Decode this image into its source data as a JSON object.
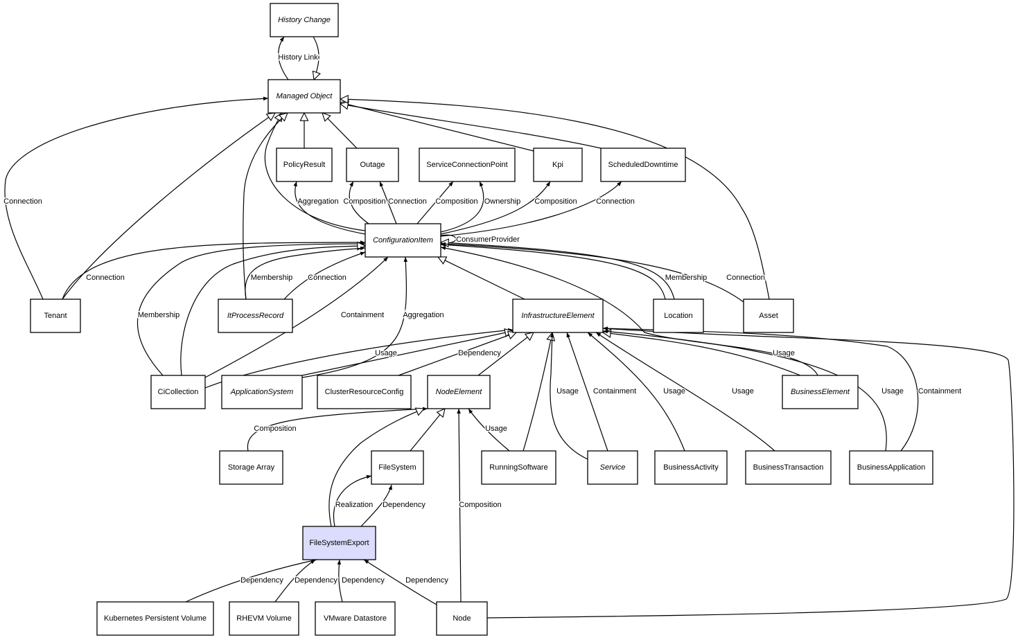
{
  "diagram": {
    "highlight_color": "#dcdcfc",
    "nodes": [
      {
        "id": "history-change",
        "label": "History Change",
        "abstract": true
      },
      {
        "id": "managed-object",
        "label": "Managed Object",
        "abstract": true
      },
      {
        "id": "policy-result",
        "label": "PolicyResult",
        "abstract": false
      },
      {
        "id": "outage",
        "label": "Outage",
        "abstract": false
      },
      {
        "id": "service-connection-point",
        "label": "ServiceConnectionPoint",
        "abstract": false
      },
      {
        "id": "kpi",
        "label": "Kpi",
        "abstract": false
      },
      {
        "id": "scheduled-downtime",
        "label": "ScheduledDowntime",
        "abstract": false
      },
      {
        "id": "configuration-item",
        "label": "ConfigurationItem",
        "abstract": true
      },
      {
        "id": "tenant",
        "label": "Tenant",
        "abstract": false
      },
      {
        "id": "it-process-record",
        "label": "ItProcessRecord",
        "abstract": true
      },
      {
        "id": "infrastructure-element",
        "label": "InfrastructureElement",
        "abstract": true
      },
      {
        "id": "location",
        "label": "Location",
        "abstract": false
      },
      {
        "id": "asset",
        "label": "Asset",
        "abstract": false
      },
      {
        "id": "ci-collection",
        "label": "CiCollection",
        "abstract": false
      },
      {
        "id": "application-system",
        "label": "ApplicationSystem",
        "abstract": true
      },
      {
        "id": "cluster-resource-config",
        "label": "ClusterResourceConfig",
        "abstract": false
      },
      {
        "id": "node-element",
        "label": "NodeElement",
        "abstract": true
      },
      {
        "id": "business-element",
        "label": "BusinessElement",
        "abstract": true
      },
      {
        "id": "storage-array",
        "label": "Storage Array",
        "abstract": false
      },
      {
        "id": "file-system",
        "label": "FileSystem",
        "abstract": false
      },
      {
        "id": "running-software",
        "label": "RunningSoftware",
        "abstract": false
      },
      {
        "id": "service",
        "label": "Service",
        "abstract": true
      },
      {
        "id": "business-activity",
        "label": "BusinessActivity",
        "abstract": false
      },
      {
        "id": "business-transaction",
        "label": "BusinessTransaction",
        "abstract": false
      },
      {
        "id": "business-application",
        "label": "BusinessApplication",
        "abstract": false
      },
      {
        "id": "file-system-export",
        "label": "FileSystemExport",
        "abstract": false,
        "highlighted": true
      },
      {
        "id": "kubernetes-persistent-volume",
        "label": "Kubernetes Persistent Volume",
        "abstract": false
      },
      {
        "id": "rhevm-volume",
        "label": "RHEVM Volume",
        "abstract": false
      },
      {
        "id": "vmware-datastore",
        "label": "VMware Datastore",
        "abstract": false
      },
      {
        "id": "node",
        "label": "Node",
        "abstract": false
      }
    ],
    "edges": [
      {
        "from": "managed-object",
        "to": "history-change",
        "type": "association",
        "label": "History Link"
      },
      {
        "from": "history-change",
        "to": "managed-object",
        "type": "inheritance",
        "label": ""
      },
      {
        "from": "tenant",
        "to": "managed-object",
        "type": "association",
        "label": "Connection"
      },
      {
        "from": "tenant",
        "to": "managed-object",
        "type": "inheritance",
        "label": ""
      },
      {
        "from": "configuration-item",
        "to": "managed-object",
        "type": "inheritance",
        "label": ""
      },
      {
        "from": "it-process-record",
        "to": "managed-object",
        "type": "inheritance",
        "label": ""
      },
      {
        "from": "policy-result",
        "to": "managed-object",
        "type": "inheritance",
        "label": ""
      },
      {
        "from": "outage",
        "to": "managed-object",
        "type": "inheritance",
        "label": ""
      },
      {
        "from": "kpi",
        "to": "managed-object",
        "type": "inheritance",
        "label": ""
      },
      {
        "from": "scheduled-downtime",
        "to": "managed-object",
        "type": "inheritance",
        "label": ""
      },
      {
        "from": "asset",
        "to": "managed-object",
        "type": "inheritance",
        "label": ""
      },
      {
        "from": "configuration-item",
        "to": "policy-result",
        "type": "association",
        "label": "Aggregation"
      },
      {
        "from": "configuration-item",
        "to": "outage",
        "type": "association",
        "label": "Composition"
      },
      {
        "from": "configuration-item",
        "to": "outage",
        "type": "association",
        "label": "Connection"
      },
      {
        "from": "configuration-item",
        "to": "service-connection-point",
        "type": "association",
        "label": "Composition"
      },
      {
        "from": "configuration-item",
        "to": "service-connection-point",
        "type": "association",
        "label": "Ownership"
      },
      {
        "from": "configuration-item",
        "to": "kpi",
        "type": "association",
        "label": "Composition"
      },
      {
        "from": "configuration-item",
        "to": "scheduled-downtime",
        "type": "association",
        "label": "Connection"
      },
      {
        "from": "configuration-item",
        "to": "configuration-item",
        "type": "association",
        "label": "ConsumerProvider"
      },
      {
        "from": "tenant",
        "to": "configuration-item",
        "type": "association",
        "label": "Connection"
      },
      {
        "from": "ci-collection",
        "to": "configuration-item",
        "type": "association",
        "label": "Membership"
      },
      {
        "from": "ci-collection",
        "to": "configuration-item",
        "type": "inheritance",
        "label": ""
      },
      {
        "from": "it-process-record",
        "to": "configuration-item",
        "type": "association",
        "label": "Membership"
      },
      {
        "from": "it-process-record",
        "to": "configuration-item",
        "type": "association",
        "label": "Connection"
      },
      {
        "from": "ci-collection",
        "to": "configuration-item",
        "type": "association",
        "label": "Containment"
      },
      {
        "from": "application-system",
        "to": "configuration-item",
        "type": "association",
        "label": "Aggregation"
      },
      {
        "from": "infrastructure-element",
        "to": "configuration-item",
        "type": "inheritance",
        "label": ""
      },
      {
        "from": "location",
        "to": "configuration-item",
        "type": "association",
        "label": "Membership"
      },
      {
        "from": "location",
        "to": "configuration-item",
        "type": "inheritance",
        "label": ""
      },
      {
        "from": "asset",
        "to": "configuration-item",
        "type": "association",
        "label": "Connection"
      },
      {
        "from": "business-element",
        "to": "configuration-item",
        "type": "association",
        "label": "Usage"
      },
      {
        "from": "ci-collection",
        "to": "infrastructure-element",
        "type": "association",
        "label": "Usage"
      },
      {
        "from": "application-system",
        "to": "infrastructure-element",
        "type": "inheritance",
        "label": ""
      },
      {
        "from": "cluster-resource-config",
        "to": "infrastructure-element",
        "type": "inheritance",
        "label": "Dependency"
      },
      {
        "from": "node-element",
        "to": "infrastructure-element",
        "type": "inheritance",
        "label": ""
      },
      {
        "from": "running-software",
        "to": "infrastructure-element",
        "type": "inheritance",
        "label": ""
      },
      {
        "from": "service",
        "to": "infrastructure-element",
        "type": "association",
        "label": "Usage"
      },
      {
        "from": "service",
        "to": "infrastructure-element",
        "type": "association",
        "label": "Containment"
      },
      {
        "from": "business-activity",
        "to": "infrastructure-element",
        "type": "association",
        "label": "Usage"
      },
      {
        "from": "business-transaction",
        "to": "infrastructure-element",
        "type": "association",
        "label": "Usage"
      },
      {
        "from": "business-element",
        "to": "infrastructure-element",
        "type": "inheritance",
        "label": ""
      },
      {
        "from": "business-application",
        "to": "infrastructure-element",
        "type": "association",
        "label": "Usage"
      },
      {
        "from": "business-application",
        "to": "infrastructure-element",
        "type": "association",
        "label": "Containment"
      },
      {
        "from": "node",
        "to": "infrastructure-element",
        "type": "association",
        "label": ""
      },
      {
        "from": "storage-array",
        "to": "node-element",
        "type": "association",
        "label": "Composition"
      },
      {
        "from": "file-system",
        "to": "node-element",
        "type": "inheritance",
        "label": ""
      },
      {
        "from": "file-system-export",
        "to": "node-element",
        "type": "inheritance",
        "label": ""
      },
      {
        "from": "running-software",
        "to": "node-element",
        "type": "association",
        "label": "Usage"
      },
      {
        "from": "node",
        "to": "node-element",
        "type": "association",
        "label": "Composition"
      },
      {
        "from": "file-system-export",
        "to": "file-system",
        "type": "association",
        "label": "Realization"
      },
      {
        "from": "file-system-export",
        "to": "file-system",
        "type": "association",
        "label": "Dependency"
      },
      {
        "from": "kubernetes-persistent-volume",
        "to": "file-system-export",
        "type": "association",
        "label": "Dependency"
      },
      {
        "from": "rhevm-volume",
        "to": "file-system-export",
        "type": "association",
        "label": "Dependency"
      },
      {
        "from": "vmware-datastore",
        "to": "file-system-export",
        "type": "association",
        "label": "Dependency"
      },
      {
        "from": "node",
        "to": "file-system-export",
        "type": "association",
        "label": "Dependency"
      },
      {
        "from": "service",
        "to": "business-element",
        "type": "inheritance",
        "label": ""
      },
      {
        "from": "business-activity",
        "to": "business-element",
        "type": "inheritance",
        "label": ""
      },
      {
        "from": "business-transaction",
        "to": "business-element",
        "type": "inheritance",
        "label": ""
      },
      {
        "from": "business-application",
        "to": "business-element",
        "type": "inheritance",
        "label": ""
      }
    ]
  }
}
